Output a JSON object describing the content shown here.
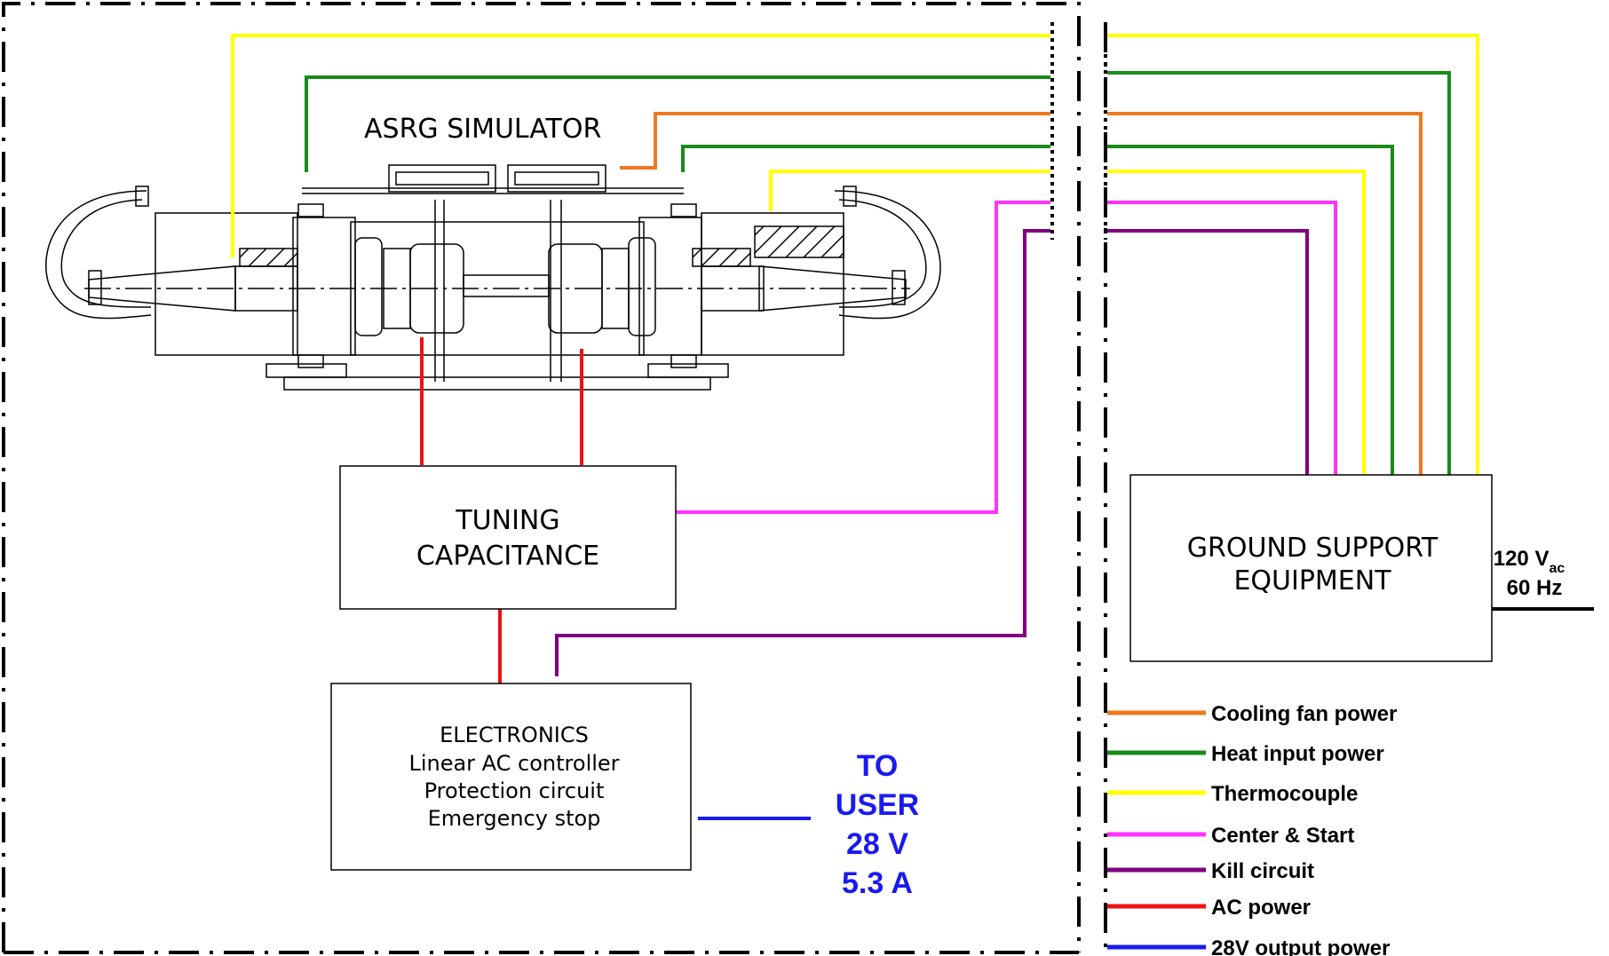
{
  "title": "ASRG SIMULATOR",
  "boxes": {
    "tuning": [
      "TUNING",
      "CAPACITANCE"
    ],
    "electronics": [
      "ELECTRONICS",
      "Linear AC controller",
      "Protection circuit",
      "Emergency stop"
    ],
    "gse": [
      "GROUND SUPPORT",
      "EQUIPMENT"
    ]
  },
  "to_user": [
    "TO",
    "USER",
    "28 V",
    "5.3 A"
  ],
  "supply": {
    "voltage": "120 V",
    "subscript": "ac",
    "frequency": "60 Hz"
  },
  "colors": {
    "cooling_fan": "#f07820",
    "heat_input": "#1a8a1a",
    "thermocouple": "#ffff00",
    "center_start": "#ff33ff",
    "kill": "#800080",
    "ac_power": "#ee1111",
    "output_28v": "#1a1aee"
  },
  "legend": [
    {
      "label": "Cooling fan power",
      "color": "#f07820"
    },
    {
      "label": "Heat input power",
      "color": "#1a8a1a"
    },
    {
      "label": "Thermocouple",
      "color": "#ffff00"
    },
    {
      "label": "Center & Start",
      "color": "#ff33ff"
    },
    {
      "label": "Kill circuit",
      "color": "#800080"
    },
    {
      "label": "AC power",
      "color": "#ee1111"
    },
    {
      "label": "28V output power",
      "color": "#1a1aee"
    }
  ]
}
